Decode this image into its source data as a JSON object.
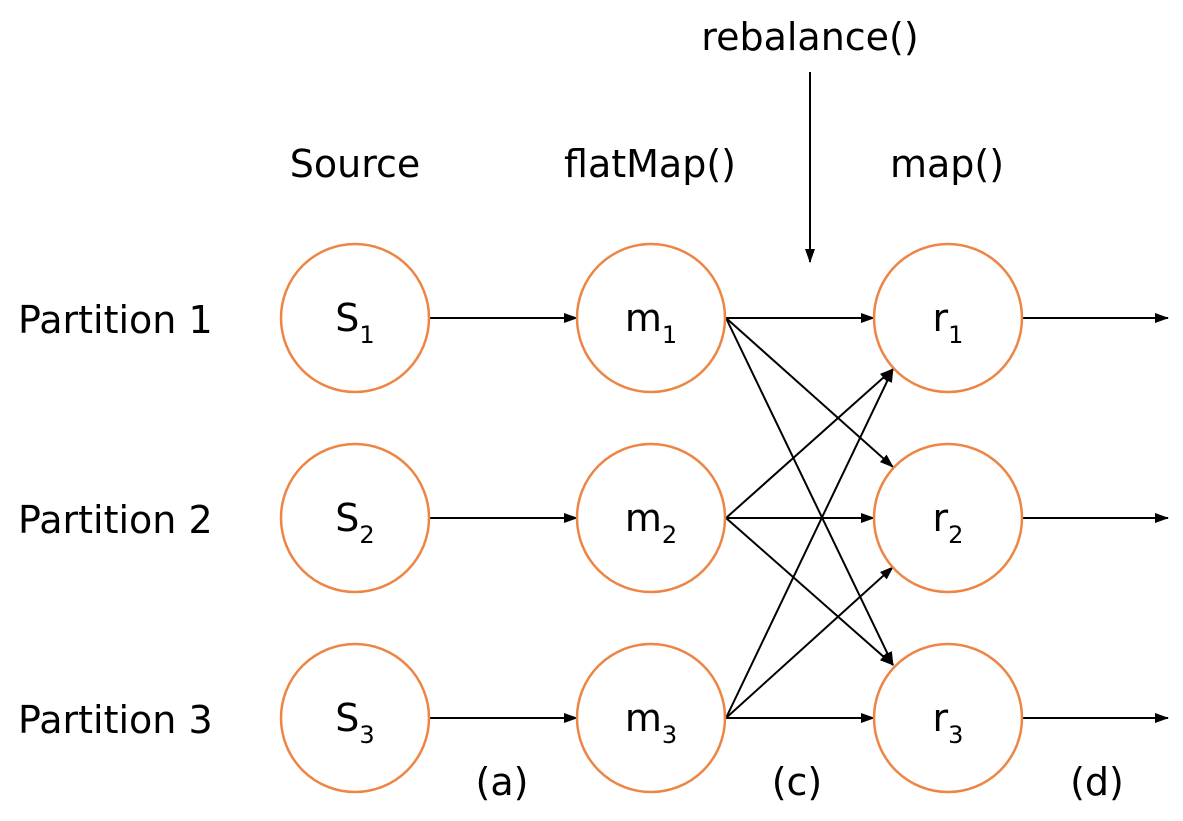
{
  "labels": {
    "rebalance": "rebalance()",
    "source": "Source",
    "flatmap": "flatMap()",
    "map": "map()",
    "partitions": [
      "Partition 1",
      "Partition 2",
      "Partition 3"
    ],
    "stage_a": "(a)",
    "stage_c": "(c)",
    "stage_d": "(d)"
  },
  "nodes": {
    "source": [
      {
        "base": "S",
        "sub": "1"
      },
      {
        "base": "S",
        "sub": "2"
      },
      {
        "base": "S",
        "sub": "3"
      }
    ],
    "flatmap": [
      {
        "base": "m",
        "sub": "1"
      },
      {
        "base": "m",
        "sub": "2"
      },
      {
        "base": "m",
        "sub": "3"
      }
    ],
    "map": [
      {
        "base": "r",
        "sub": "1"
      },
      {
        "base": "r",
        "sub": "2"
      },
      {
        "base": "r",
        "sub": "3"
      }
    ]
  },
  "colors": {
    "node_border": "#ED8545",
    "edge": "#000000"
  }
}
